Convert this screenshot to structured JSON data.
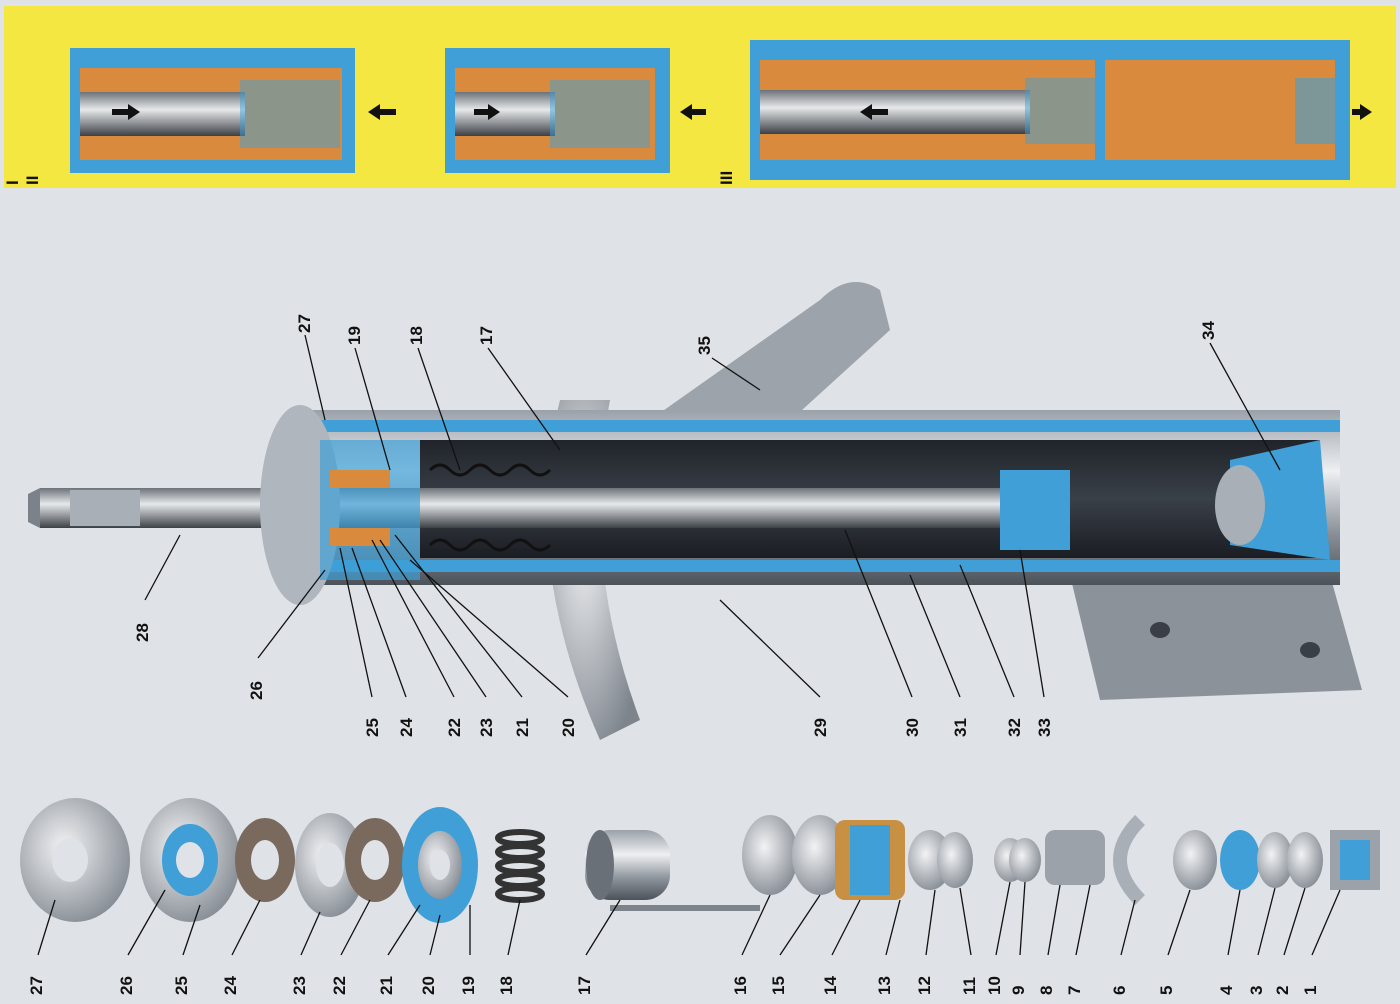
{
  "figure": {
    "insets": [
      {
        "id": "I",
        "label": "I"
      },
      {
        "id": "II",
        "label": "II"
      },
      {
        "id": "III",
        "label": "III"
      }
    ],
    "assembly_callouts": [
      "35",
      "27",
      "19",
      "18",
      "17",
      "34",
      "28",
      "26",
      "25",
      "24",
      "22",
      "23",
      "21",
      "20",
      "29",
      "30",
      "31",
      "32",
      "33"
    ],
    "exploded_callouts": [
      "27",
      "26",
      "25",
      "24",
      "23",
      "22",
      "21",
      "20",
      "19",
      "18",
      "17",
      "16",
      "15",
      "14",
      "13",
      "12",
      "11",
      "10",
      "9",
      "8",
      "7",
      "6",
      "5",
      "4",
      "3",
      "2",
      "1"
    ]
  }
}
